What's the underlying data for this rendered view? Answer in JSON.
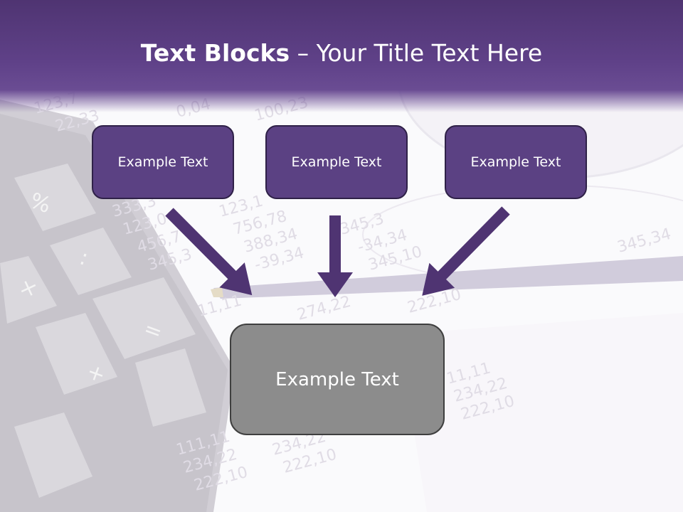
{
  "title": {
    "bold": "Text Blocks",
    "separator": " – ",
    "rest": "Your Title Text Here"
  },
  "blocks": [
    {
      "label": "Example Text"
    },
    {
      "label": "Example Text"
    },
    {
      "label": "Example Text"
    }
  ],
  "target": {
    "label": "Example Text"
  },
  "colors": {
    "header": "#5f4188",
    "box_fill": "#5b4183",
    "box_border": "#2f2148",
    "target_fill": "#8c8c8c",
    "arrow": "#4f3472"
  }
}
